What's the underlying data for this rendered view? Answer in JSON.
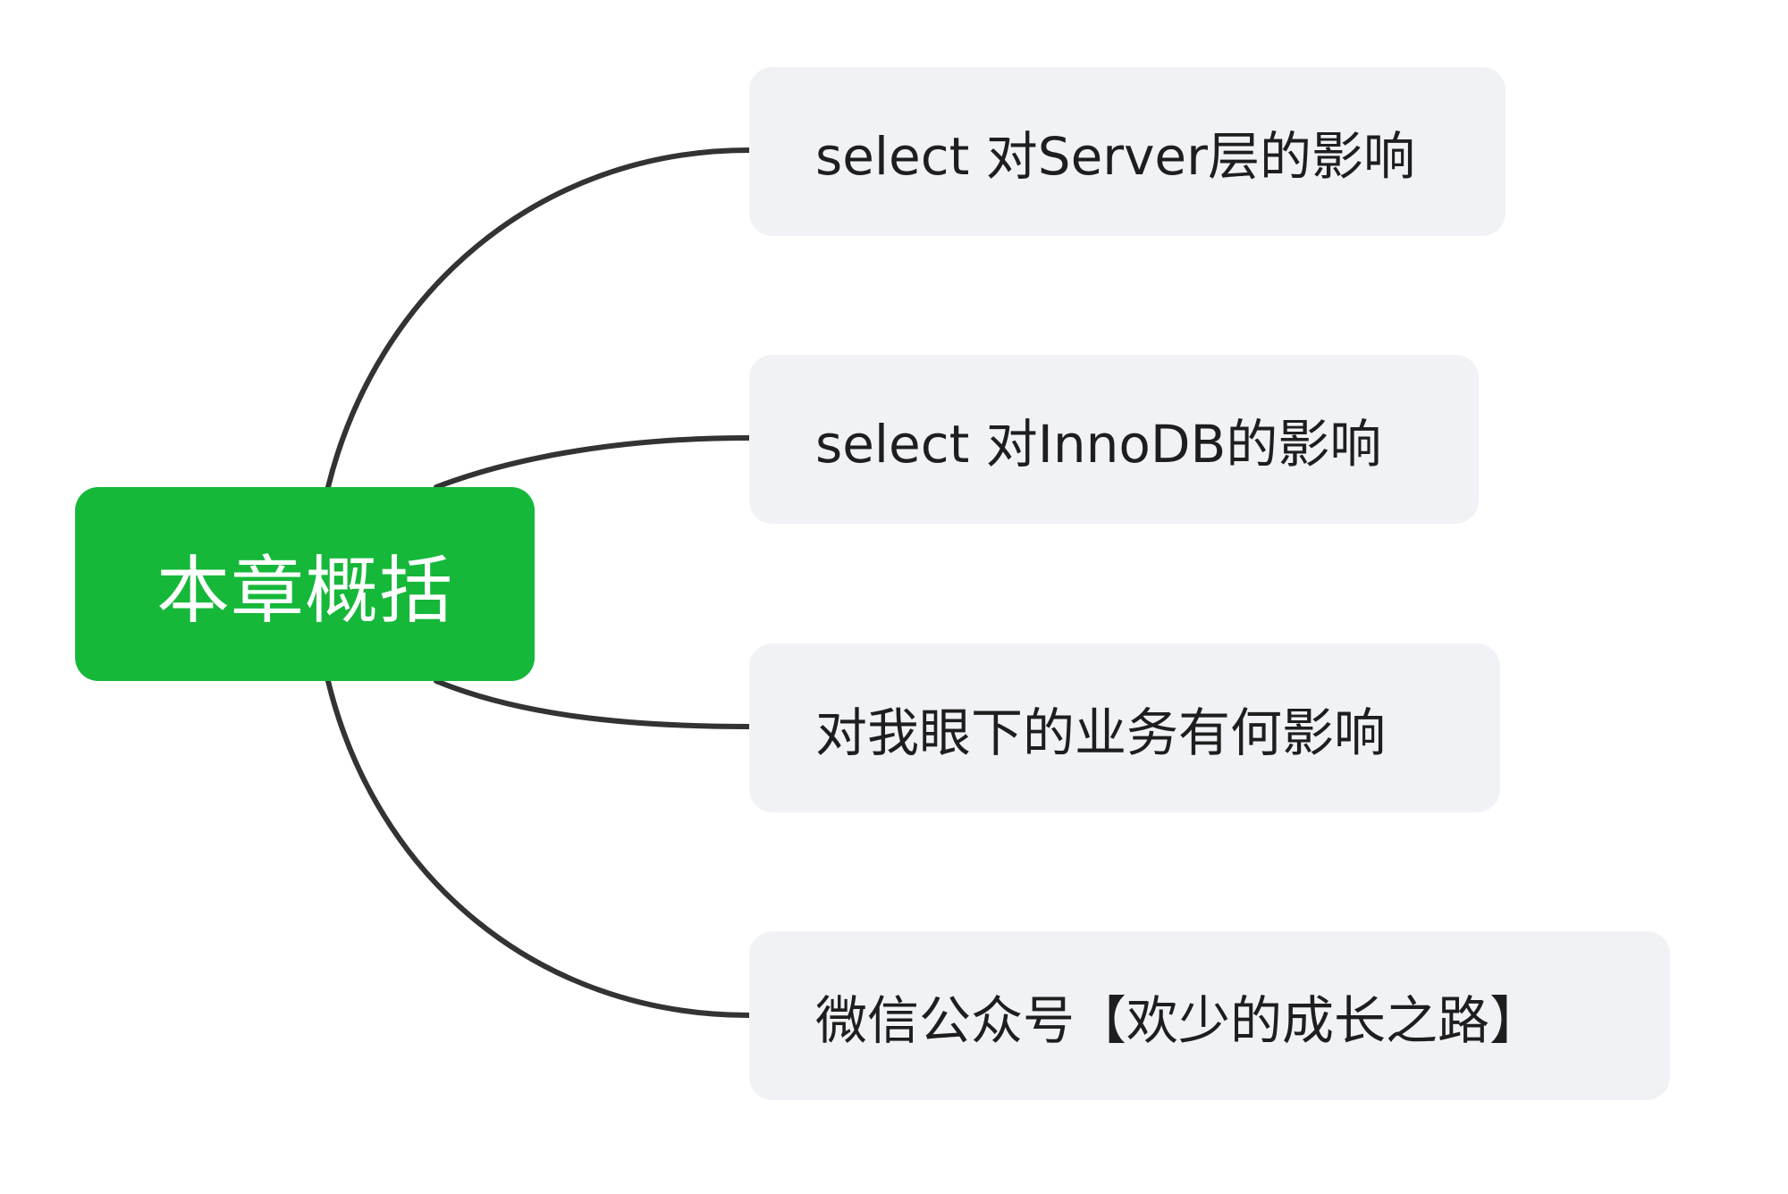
{
  "mindmap": {
    "root": {
      "label": "本章概括"
    },
    "children": [
      {
        "label": "select 对Server层的影响"
      },
      {
        "label": "select 对InnoDB的影响"
      },
      {
        "label": "对我眼下的业务有何影响"
      },
      {
        "label": "微信公众号【欢少的成长之路】"
      }
    ]
  },
  "colors": {
    "root_background": "#16b83a",
    "root_text": "#ffffff",
    "child_background": "#f0f2f5",
    "child_text": "#1e1e1e",
    "connector": "#333333"
  }
}
